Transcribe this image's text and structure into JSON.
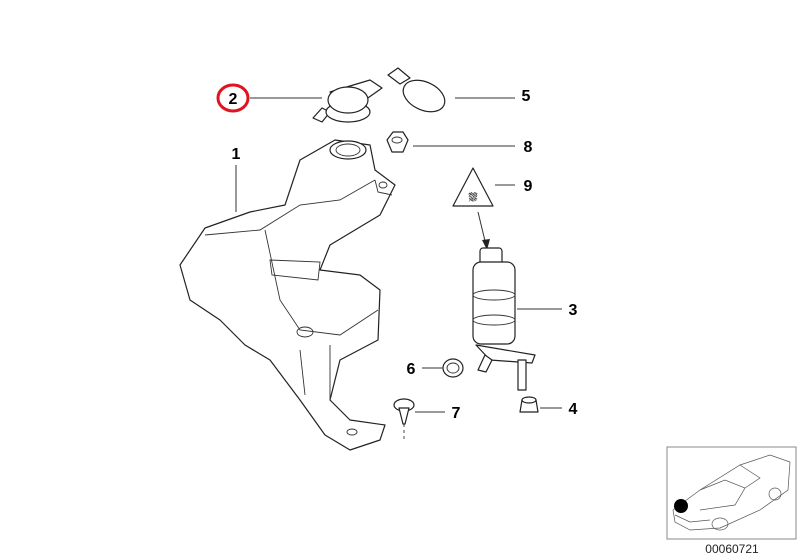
{
  "diagram": {
    "callouts": {
      "p1": "1",
      "p2": "2",
      "p3": "3",
      "p4": "4",
      "p5": "5",
      "p6": "6",
      "p7": "7",
      "p8": "8",
      "p9": "9"
    },
    "highlighted_callout": "2",
    "highlight_color": "#e0141e",
    "inset_reference": "00060721"
  }
}
